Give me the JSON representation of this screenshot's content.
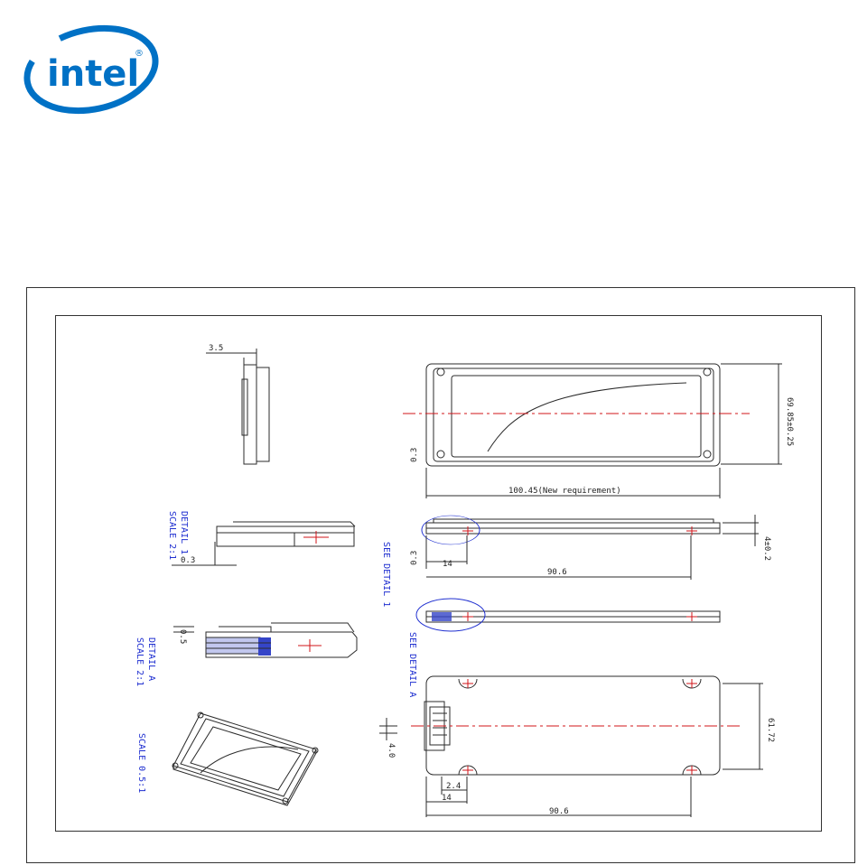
{
  "logo": {
    "text": "intel",
    "registered": "®",
    "color": "#0071c5"
  },
  "colors": {
    "line": "#2b2b2b",
    "centerline": "#d0141a",
    "annotation": "#1f2fd0",
    "hatch": "#3545c8"
  },
  "drawing": {
    "top_view": {
      "length_dim": "100.45(New requirement)",
      "width_dim": "69.85±0.25",
      "thickness_note": "0.3"
    },
    "side_view_1": {
      "position_dim": "14",
      "span_dim": "90.6",
      "height_dim": "4±0.2",
      "left_note": "0.3",
      "callout": "SEE DETAIL 1"
    },
    "side_view_2": {
      "callout": "SEE DETAIL A"
    },
    "bottom_view": {
      "offset_dim": "14",
      "offset_dim2": "2.4",
      "span_dim": "90.6",
      "width_dim": "61.72",
      "connector_dim": "4.0"
    },
    "end_view": {
      "thickness_dim": "3.5"
    },
    "detail_1": {
      "title": "DETAIL 1",
      "scale": "SCALE 2:1",
      "dim": "0.3"
    },
    "detail_a": {
      "title": "DETAIL A",
      "scale": "SCALE 2:1",
      "dim": "0.5"
    },
    "iso_view": {
      "scale": "SCALE 0.5:1"
    }
  }
}
